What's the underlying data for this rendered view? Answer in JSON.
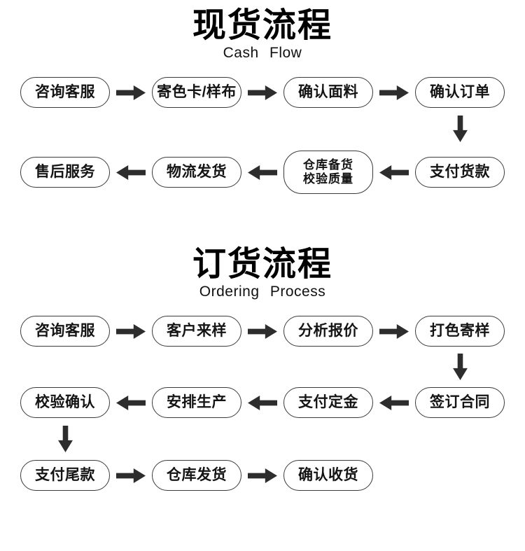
{
  "colors": {
    "ink": "#000000",
    "arrow": "#2d2d2d",
    "border": "#3a3a3a",
    "bg": "#ffffff"
  },
  "charts": [
    {
      "title": "现货流程",
      "subtitle": "Cash Flow",
      "row1": [
        "咨询客服",
        "寄色卡/样布",
        "确认面料",
        "确认订单"
      ],
      "row2": [
        "售后服务",
        "物流发货",
        "仓库备货\n校验质量",
        "支付货款"
      ]
    },
    {
      "title": "订货流程",
      "subtitle": "Ordering Process",
      "row1": [
        "咨询客服",
        "客户来样",
        "分析报价",
        "打色寄样"
      ],
      "row2": [
        "校验确认",
        "安排生产",
        "支付定金",
        "签订合同"
      ],
      "row3": [
        "支付尾款",
        "仓库发货",
        "确认收货"
      ]
    }
  ]
}
